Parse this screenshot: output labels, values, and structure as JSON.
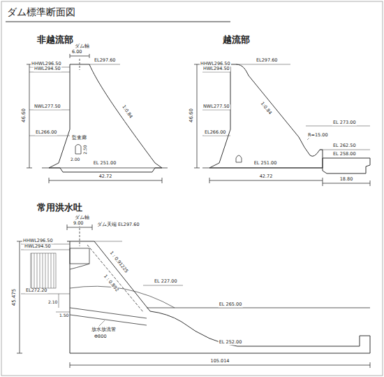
{
  "diagram": {
    "title": "ダム標準断面図",
    "labels": [
      "非越流部",
      "ダム軸",
      "6.00",
      "EL297.60",
      "HHWL296.50",
      "HWL294.50",
      "46.60",
      "NWL277.50",
      "EL266.00",
      "監査廊",
      "2.50",
      "2.00",
      "1:0.84",
      "EL 251.00",
      "42.72",
      "越流部",
      "HHWL296.50",
      "HWL294.50",
      "EL297.60",
      "46.60",
      "NWL277.50",
      "EL266.00",
      "1:0.84",
      "R=15.00",
      "EL 273.00",
      "EL 262.50",
      "EL 258.00",
      "EL 251.00",
      "42.72",
      "18.80",
      "常用洪水吐",
      "ダム軸",
      "9.00",
      "ダム天端 EL297.60",
      "HHWL296.50",
      "HWL294.50",
      "45.475",
      "EL272.20",
      "2.10",
      "1.50",
      "1 : 0.91225",
      "1 : 0.892",
      "EL 227.00",
      "EL 265.00",
      "放水放流管",
      "Φ800",
      "EL 252.00",
      "105.014"
    ]
  }
}
